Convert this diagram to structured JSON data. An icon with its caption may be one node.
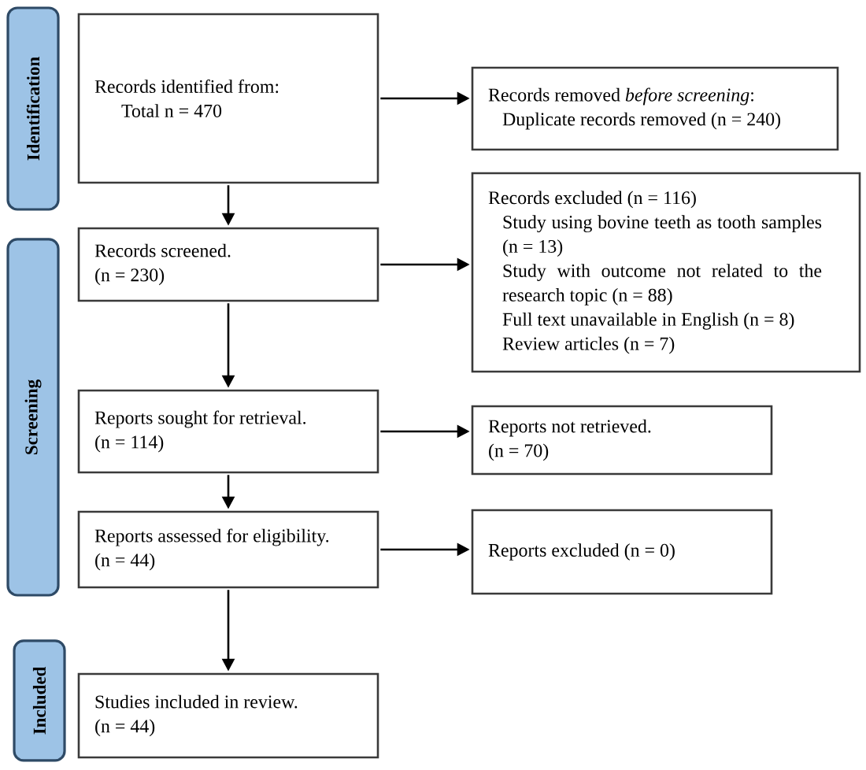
{
  "diagram": {
    "nodes": [
      {
        "text": [
          "Identification"
        ]
      },
      {
        "text": [
          "Records identified from:",
          "Total n = 470"
        ]
      },
      {
        "text": [
          "Records removed *before screening*:",
          "Duplicate records removed (n = 240)"
        ]
      },
      {
        "text": [
          "Screening"
        ]
      },
      {
        "text": [
          "Records screened.",
          "(n = 230)"
        ]
      },
      {
        "text": [
          "Records excluded (n = 116)",
          "Study using bovine teeth as tooth samples (n = 13)",
          "Study with outcome not related to the research topic (n = 88)",
          "Full text unavailable in English (n = 8)",
          "Review articles (n = 7)"
        ]
      },
      {
        "text": [
          "Reports sought for retrieval.",
          "(n = 114)"
        ]
      },
      {
        "text": [
          "Reports not retrieved.",
          "(n = 70)"
        ]
      },
      {
        "text": [
          "Reports assessed for eligibility.",
          "(n = 44)"
        ]
      },
      {
        "text": [
          "Reports excluded (n = 0)"
        ]
      },
      {
        "text": [
          "Included"
        ]
      },
      {
        "text": [
          "Studies included in review.",
          "(n = 44)"
        ]
      }
    ],
    "edges": [
      {
        "from": 1,
        "to": 2,
        "arrow": "to"
      },
      {
        "from": 1,
        "to": 4,
        "arrow": "to"
      },
      {
        "from": 4,
        "to": 5,
        "arrow": "to"
      },
      {
        "from": 4,
        "to": 6,
        "arrow": "to"
      },
      {
        "from": 6,
        "to": 7,
        "arrow": "to"
      },
      {
        "from": 6,
        "to": 8,
        "arrow": "to"
      },
      {
        "from": 8,
        "to": 9,
        "arrow": "to"
      },
      {
        "from": 8,
        "to": 11,
        "arrow": "to"
      }
    ]
  }
}
